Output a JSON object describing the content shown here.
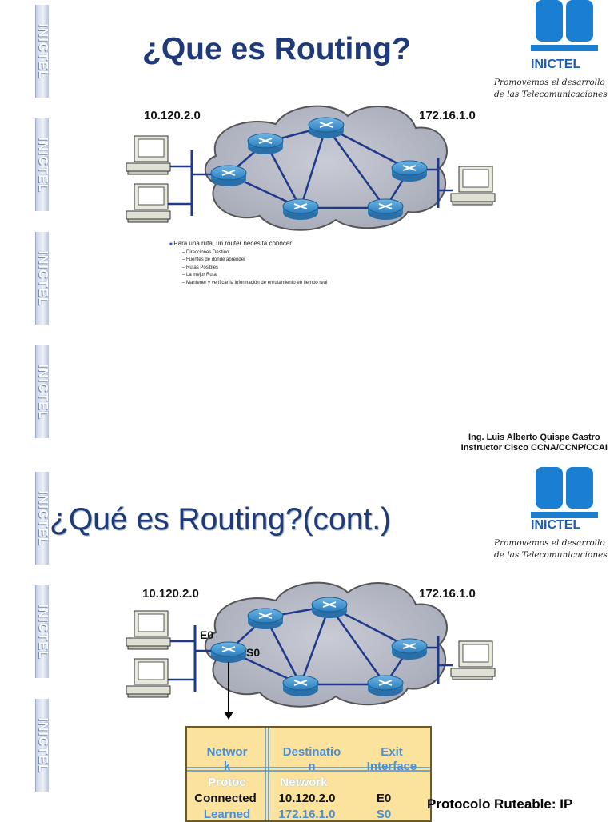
{
  "sidebar": {
    "tab_text": "INICTEL"
  },
  "slide1": {
    "title": "¿Que es Routing?",
    "network_left": "10.120.2.0",
    "network_right": "172.16.1.0",
    "bullet_main": "Para una ruta, un router necesita conocer:",
    "bullet_items": [
      "Direcciones Destino",
      "Fuentes de donde aprender",
      "Rutas Posibles",
      "La mejor Ruta",
      "Mantener y verificar la información de enrutamiento en tiempo real"
    ],
    "author_name": "Ing. Luis Alberto Quispe Castro",
    "author_role": "Instructor Cisco CCNA/CCNP/CCAI"
  },
  "logo": {
    "brand": "INICTEL",
    "slogan_line1": "Promovemos el desarrollo",
    "slogan_line2": "de las Telecomunicaciones"
  },
  "slide2": {
    "title": "¿Qué es Routing?(cont.)",
    "network_left": "10.120.2.0",
    "network_right": "172.16.1.0",
    "if_e0": "E0",
    "if_s0": "S0",
    "table": {
      "headers": [
        "Networ\nk",
        "Destinatio\nn",
        "Exit\nInterface"
      ],
      "row_protocol": [
        "Protoc",
        "Network"
      ],
      "rows": [
        [
          "Connected",
          "10.120.2.0",
          "E0"
        ],
        [
          "Learned",
          "172.16.1.0",
          "S0"
        ]
      ]
    },
    "footer_text": "Protocolo Ruteable: IP"
  },
  "colors": {
    "title": "#1f3a7a",
    "logo_blue": "#1a5db6",
    "table_bg": "#fbe39e",
    "table_header": "#4a8fd6"
  }
}
